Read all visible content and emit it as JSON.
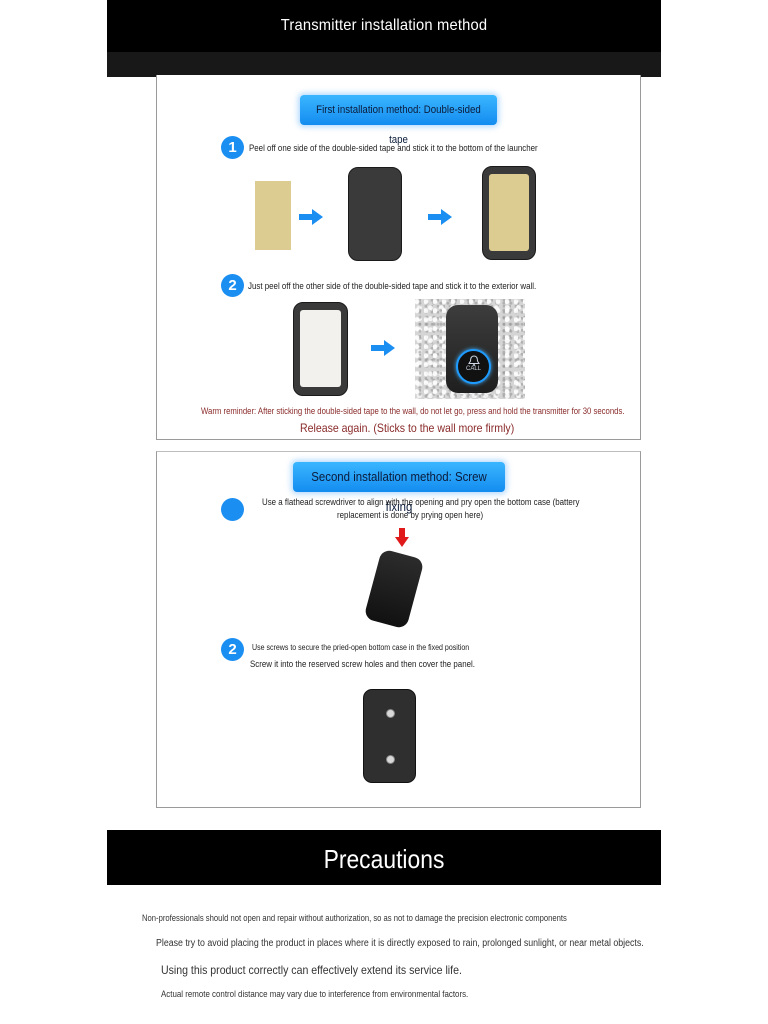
{
  "header": {
    "title": "Transmitter installation method"
  },
  "method1": {
    "title": "First installation method: Double-sided tape",
    "step1": {
      "number": "1",
      "text": "Peel off one side of the double-sided tape and stick it to the bottom of the launcher"
    },
    "step2": {
      "number": "2",
      "text": "Just peel off the other side of the double-sided tape and stick it to the exterior wall."
    },
    "device_button_label": "CALL",
    "warning_line1": "Warm reminder: After sticking the double-sided tape to the wall, do not let go, press and hold the transmitter for 30 seconds.",
    "warning_line2": "Release again. (Sticks to the wall more firmly)"
  },
  "method2": {
    "title": "Second installation method: Screw fixing",
    "step1": {
      "text_line1": "Use a flathead screwdriver to align with the opening and pry open the bottom case (battery",
      "text_line2": "replacement is done by prying open here)"
    },
    "step2": {
      "number": "2",
      "text_line1": "Use screws to secure the pried-open bottom case in the fixed position",
      "text_line2": "Screw it into the reserved screw holes and then cover the panel."
    }
  },
  "precautions": {
    "title": "Precautions",
    "items": [
      "Non-professionals should not open and repair without authorization, so as not to damage the precision electronic components",
      "Please try to avoid placing the product in places where it is directly exposed to rain, prolonged sunlight, or near metal objects.",
      "Using this product correctly can effectively extend its service life.",
      "Actual remote control distance may vary due to interference from environmental factors."
    ]
  },
  "colors": {
    "accent_blue": "#1b8ef2",
    "warning_red": "#8a2a2a",
    "tape_yellow": "#ddcc91",
    "arrow_red": "#e01a1a"
  }
}
